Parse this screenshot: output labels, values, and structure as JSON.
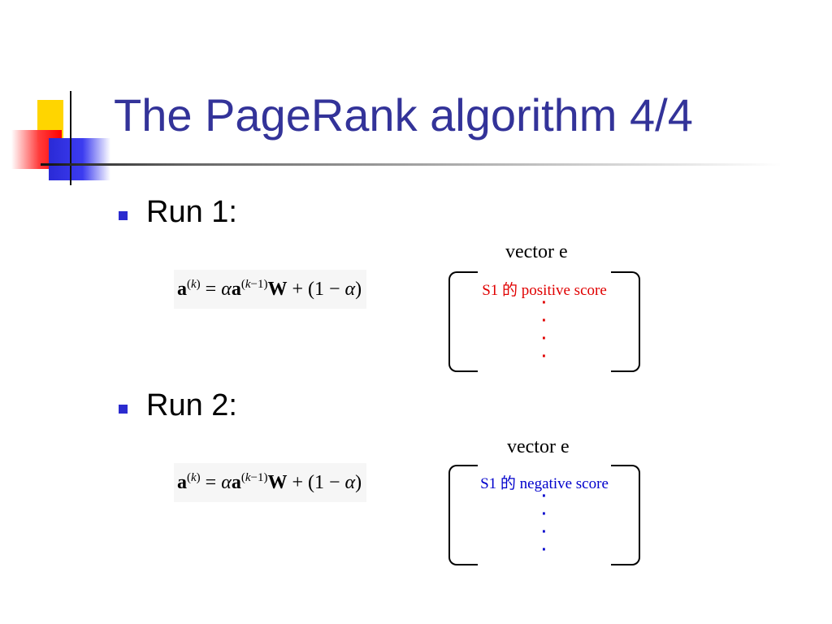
{
  "slide": {
    "title": "The PageRank algorithm 4/4",
    "runs": [
      {
        "label": "Run 1:",
        "vector_label": "vector e",
        "entry_text": "S1 的 positive score",
        "entry_color": "#e00000",
        "continuation": "·\n·\n·\n·"
      },
      {
        "label": "Run 2:",
        "vector_label": "vector e",
        "entry_text": "S1 的 negative score",
        "entry_color": "#0000cc",
        "continuation": "·\n·\n·\n·"
      }
    ]
  }
}
